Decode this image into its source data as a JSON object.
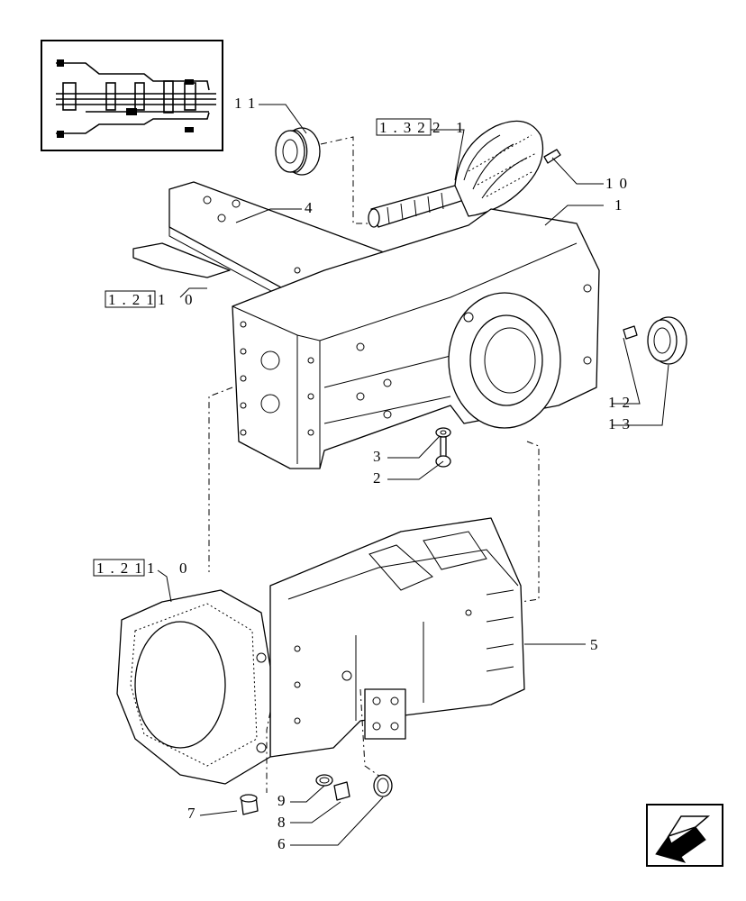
{
  "references": {
    "ref_132": "1.32",
    "ref_121_top": "1.21",
    "ref_121_bottom": "1.21"
  },
  "callouts": {
    "c1_gear": "1",
    "c1_case": "1",
    "c2": "2",
    "c3": "3",
    "c4": "4",
    "c5": "5",
    "c6": "6",
    "c7": "7",
    "c8": "8",
    "c9": "9",
    "c10": "10",
    "c11": "11",
    "c12": "12",
    "c13": "13",
    "suffix_top": "0",
    "suffix_bottom": "0"
  },
  "icons": {
    "thumbnail": "transmission-section-thumbnail",
    "nav": "arrow-down-left-icon"
  }
}
